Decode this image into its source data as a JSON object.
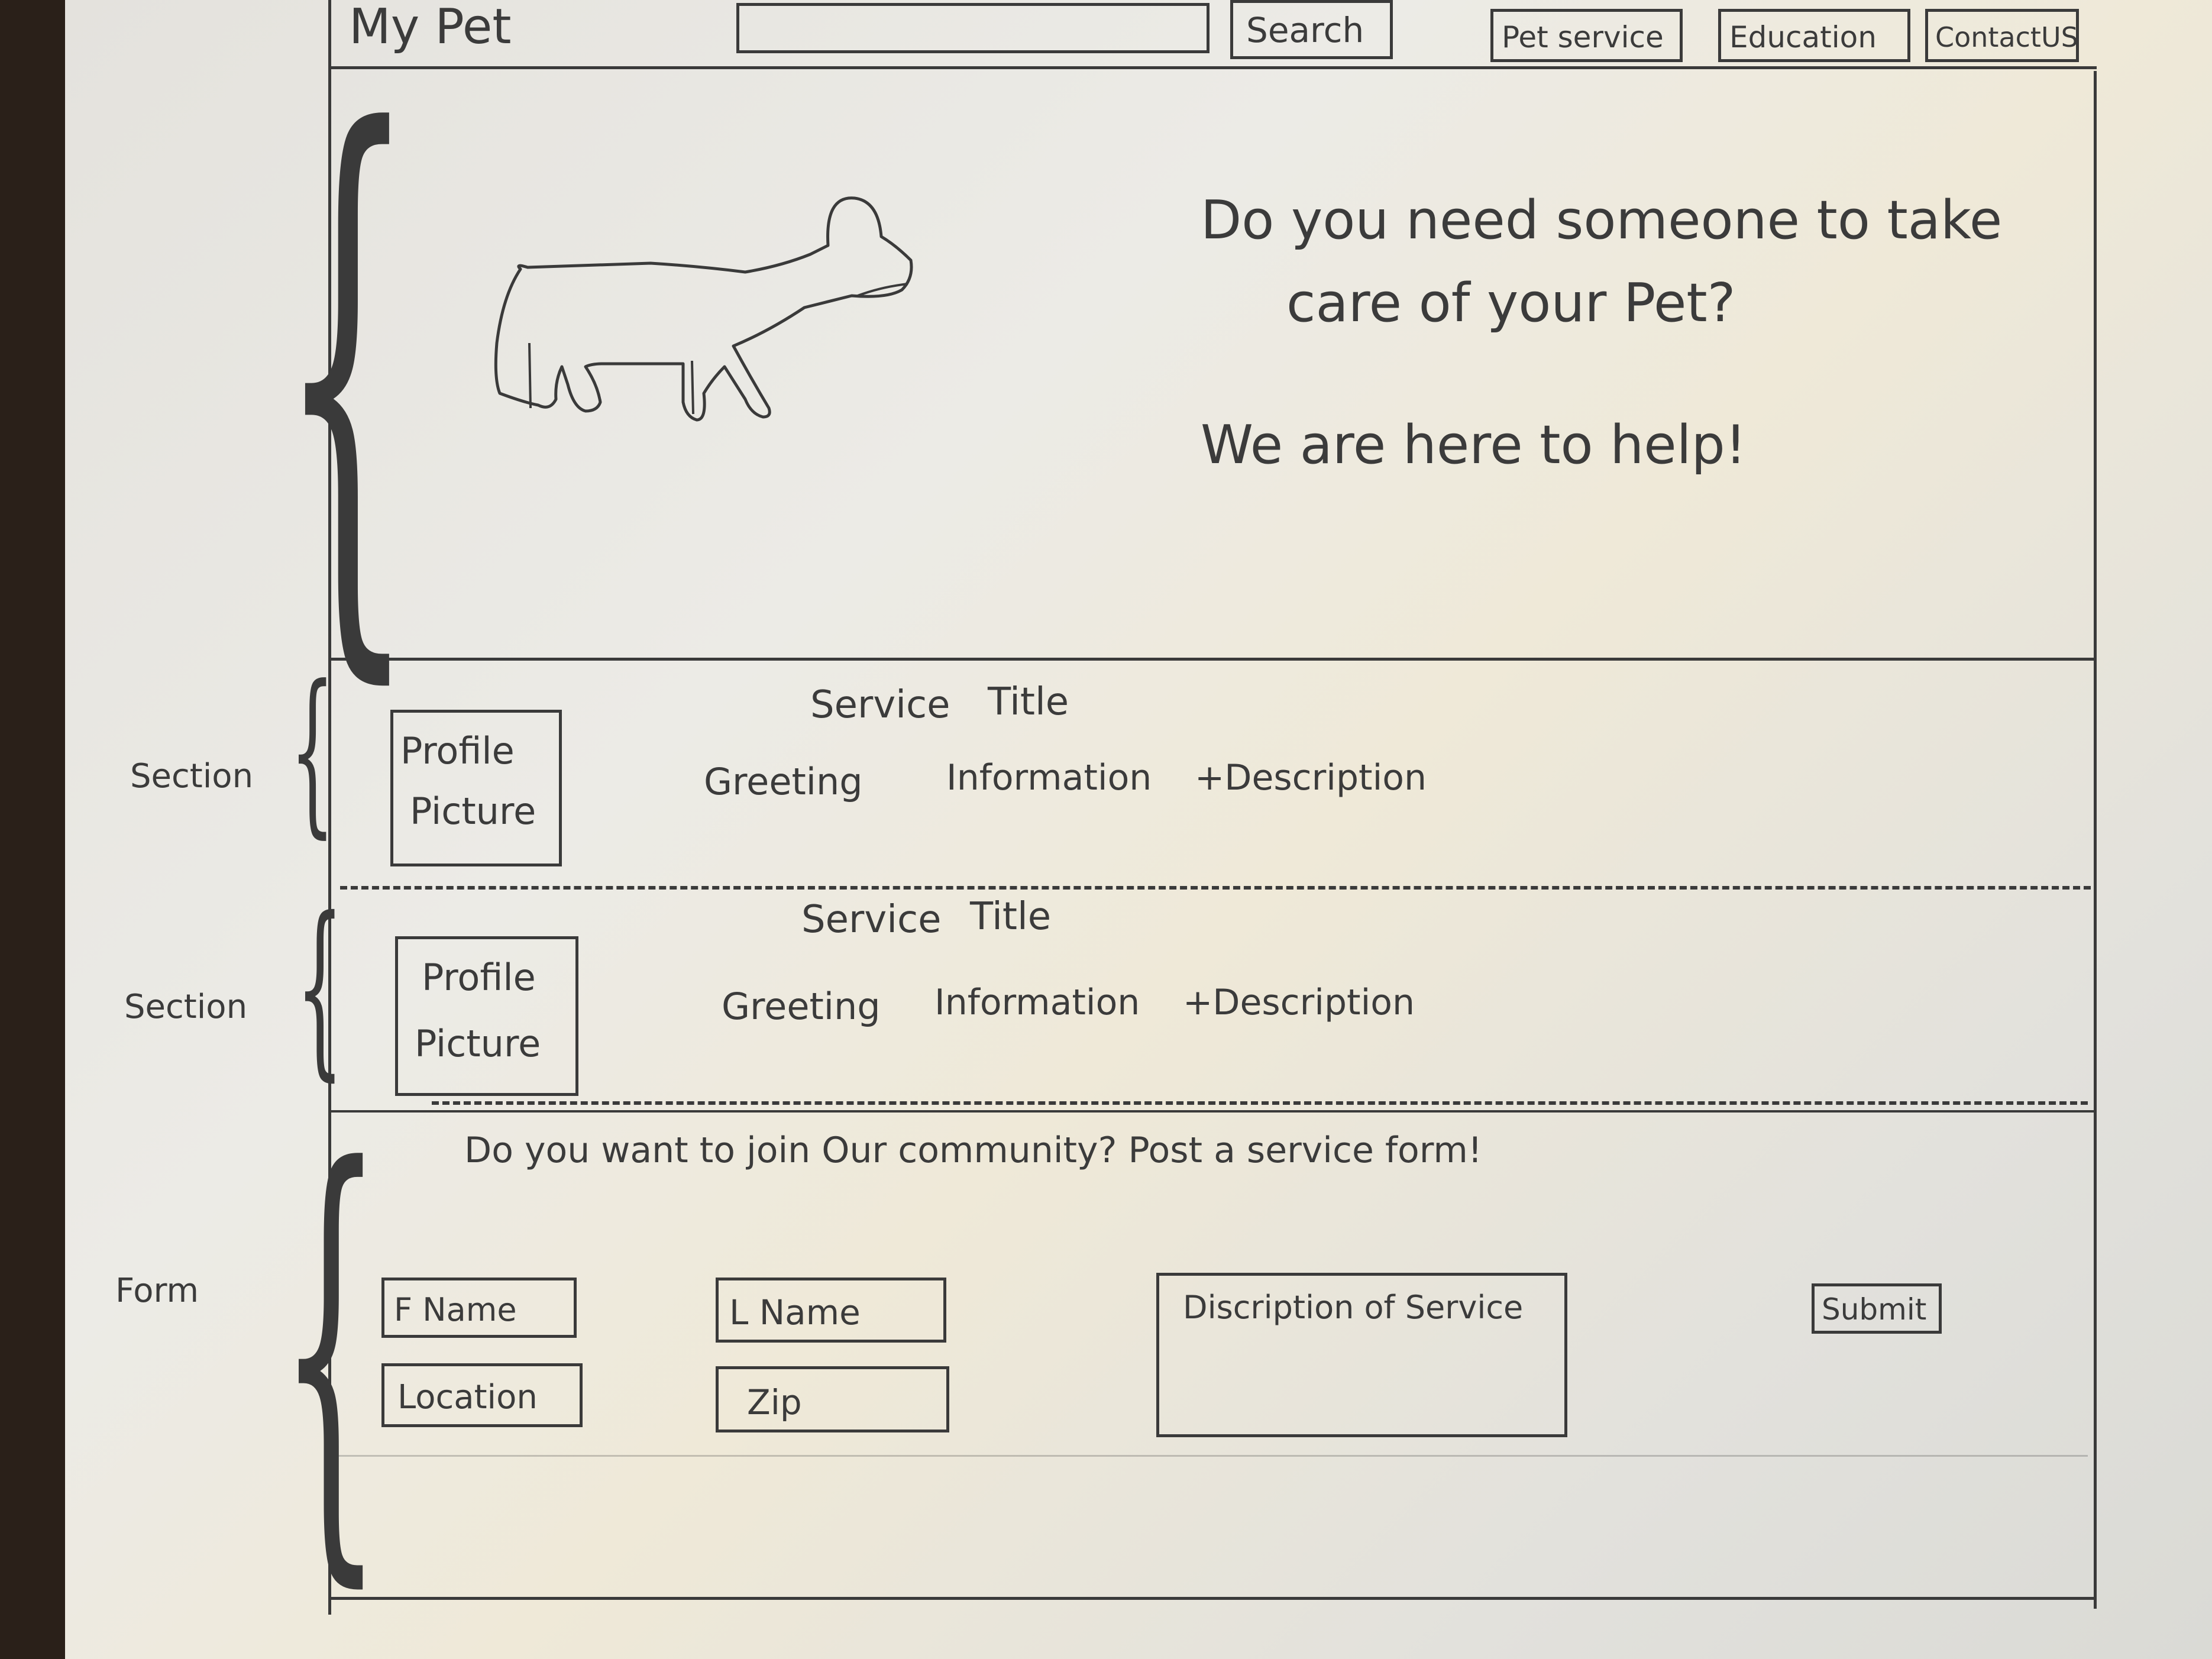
{
  "header": {
    "logo": "My Pet",
    "search_button": "Search",
    "nav": [
      "Pet service",
      "Education",
      "ContactUS"
    ]
  },
  "hero": {
    "line1": "Do you need someone to take",
    "line2": "care of your Pet?",
    "line3": "We are here to help!"
  },
  "annotations": {
    "section": "Section",
    "form": "Form"
  },
  "sections": [
    {
      "profile_line1": "Profile",
      "profile_line2": "Picture",
      "service": "Service",
      "title": "Title",
      "greeting": "Greeting",
      "information": "Information",
      "description": "+Description"
    },
    {
      "profile_line1": "Profile",
      "profile_line2": "Picture",
      "service": "Service",
      "title": "Title",
      "greeting": "Greeting",
      "information": "Information",
      "description": "+Description"
    }
  ],
  "form": {
    "heading": "Do you want to join Our community? Post a service form!",
    "first_name": "F Name",
    "last_name": "L Name",
    "location": "Location",
    "zip": "Zip",
    "description": "Discription of Service",
    "submit": "Submit"
  }
}
